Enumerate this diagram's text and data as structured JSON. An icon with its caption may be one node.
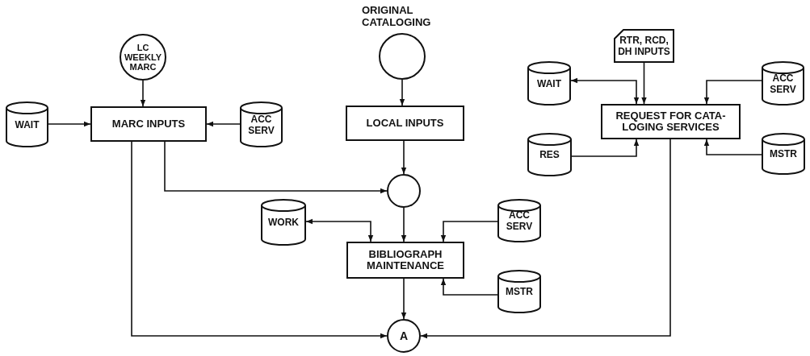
{
  "diagram": {
    "nodes": [
      {
        "text": [
          "LC WEEKLY MARC"
        ]
      },
      {
        "text": [
          "WAIT"
        ]
      },
      {
        "text": [
          "MARC INPUTS"
        ]
      },
      {
        "text": [
          "ACC SERV"
        ]
      },
      {
        "text": [
          "ORIGINAL CATALOGING"
        ]
      },
      {
        "text": [
          "LOCAL INPUTS"
        ]
      },
      {
        "text": [],
        "shape": "circle"
      },
      {
        "text": [
          "WORK"
        ]
      },
      {
        "text": [
          "ACC SERV"
        ]
      },
      {
        "text": [
          "BIBLIOGRAPH MAINTENANCE"
        ]
      },
      {
        "text": [
          "MSTR"
        ]
      },
      {
        "text": [
          "A"
        ]
      },
      {
        "text": [
          "RTR, RCD, DH INPUTS"
        ]
      },
      {
        "text": [
          "WAIT"
        ]
      },
      {
        "text": [
          "ACC SERV"
        ]
      },
      {
        "text": [
          "REQUEST FOR CATA- LOGING SERVICES"
        ]
      },
      {
        "text": [
          "RES"
        ]
      },
      {
        "text": [
          "MSTR"
        ]
      }
    ],
    "edges": [
      {
        "from": 0,
        "to": 2,
        "arrow": "to"
      },
      {
        "from": 1,
        "to": 2,
        "arrow": "to"
      },
      {
        "from": 3,
        "to": 2,
        "arrow": "to"
      },
      {
        "from": 4,
        "to": 5,
        "arrow": "to"
      },
      {
        "from": 5,
        "to": 6,
        "arrow": "to"
      },
      {
        "from": 2,
        "to": 6,
        "arrow": "to"
      },
      {
        "from": 6,
        "to": 9,
        "arrow": "to"
      },
      {
        "from": 9,
        "to": 7,
        "arrow": "both"
      },
      {
        "from": 8,
        "to": 9,
        "arrow": "to"
      },
      {
        "from": 10,
        "to": 9,
        "arrow": "to"
      },
      {
        "from": 9,
        "to": 11,
        "arrow": "to"
      },
      {
        "from": 2,
        "to": 11,
        "arrow": "to"
      },
      {
        "from": 15,
        "to": 11,
        "arrow": "to"
      },
      {
        "from": 12,
        "to": 15,
        "arrow": "to"
      },
      {
        "from": 15,
        "to": 13,
        "arrow": "both"
      },
      {
        "from": 14,
        "to": 15,
        "arrow": "to"
      },
      {
        "from": 16,
        "to": 15,
        "arrow": "to"
      },
      {
        "from": 17,
        "to": 15,
        "arrow": "to"
      }
    ]
  }
}
